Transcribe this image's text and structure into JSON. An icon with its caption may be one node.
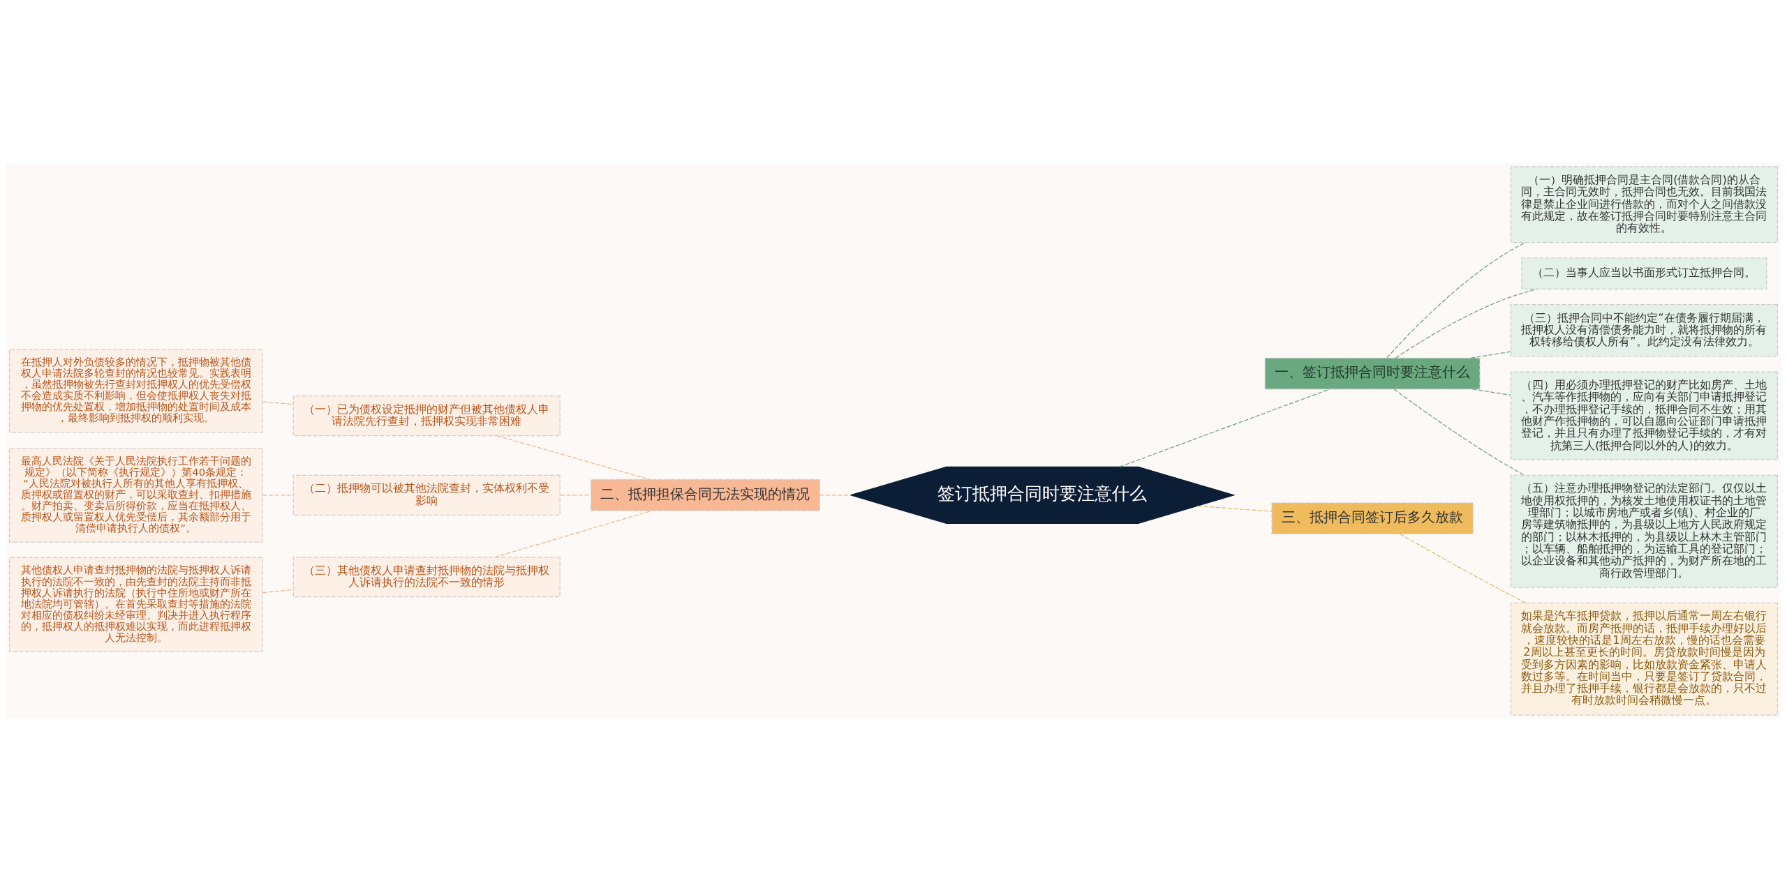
{
  "diagram": {
    "nodes": [
      {
        "text": [
          "签订抵押合同时要注意什么"
        ]
      },
      {
        "text": [
          "一、签订抵押合同时要注意什么"
        ]
      },
      {
        "text": [
          "（一）明确抵押合同是主合同(借款合同)的从合同，主合同无效时，抵押合同也无效。目前我国法律是禁止企业间进行借款的，而对个人之间借款没有此规定，故在签订抵押合同时要特别注意主合同的有效性。"
        ]
      },
      {
        "text": [
          "（二）当事人应当以书面形式订立抵押合同。"
        ]
      },
      {
        "text": [
          "（三）抵押合同中不能约定“在债务履行期届满，抵押权人没有清偿债务能力时，就将抵押物的所有权转移给债权人所有”。此约定没有法律效力。"
        ]
      },
      {
        "text": [
          "（四）用必须办理抵押登记的财产比如房产、土地、汽车等作抵押物的，应向有关部门申请抵押登记，不办理抵押登记手续的，抵押合同不生效；用其他财产作抵押物的，可以自愿向公证部门申请抵押登记，并且只有办理了抵押物登记手续的，才有对抗第三人(抵押合同以外的人)的效力。"
        ]
      },
      {
        "text": [
          "（五）注意办理抵押物登记的法定部门。仅仅以土地使用权抵押的，为核发土地使用权证书的土地管理部门；以城市房地产或者乡(镇)、村企业的厂房等建筑物抵押的，为县级以上地方人民政府规定的部门；以林木抵押的，为县级以上林木主管部门；以车辆、船舶抵押的，为运输工具的登记部门；以企业设备和其他动产抵押的，为财产所在地的工商行政管理部门。"
        ]
      },
      {
        "text": [
          "二、抵押担保合同无法实现的情况"
        ]
      },
      {
        "text": [
          "（一）已为债权设定抵押的财产但被其他债权人申请法院先行查封，抵押权实现非常困难"
        ]
      },
      {
        "text": [
          "（二）抵押物可以被其他法院查封，实体权利不受影响"
        ]
      },
      {
        "text": [
          "（三）其他债权人申请查封抵押物的法院与抵押权人诉请执行的法院不一致的情形"
        ]
      },
      {
        "text": [
          "在抵押人对外负债较多的情况下，抵押物被其他债权人申请法院多轮查封的情况也较常见。实践表明，虽然抵押物被先行查封对抵押权人的优先受偿权不会造成实质不利影响，但会使抵押权人丧失对抵押物的优先处置权，增加抵押物的处置时间及成本，最终影响到抵押权的顺利实现。"
        ]
      },
      {
        "text": [
          "最高人民法院《关于人民法院执行工作若干问题的规定》（以下简称《执行规定》）第40条规定：“人民法院对被执行人所有的其他人享有抵押权、质押权或留置权的财产，可以采取查封、扣押措施。财产拍卖、变卖后所得价款，应当在抵押权人、质押权人或留置权人优先受偿后，其余额部分用于清偿申请执行人的债权”。"
        ]
      },
      {
        "text": [
          "其他债权人申请查封抵押物的法院与抵押权人诉请执行的法院不一致的，由先查封的法院主持而非抵押权人诉请执行的法院（执行中住所地或财产所在地法院均可管辖）。在首先采取查封等措施的法院对相应的债权纠纷未经审理、判决并进入执行程序的，抵押权人的抵押权难以实现，而此进程抵押权人无法控制。"
        ]
      },
      {
        "text": [
          "三、抵押合同签订后多久放款"
        ]
      },
      {
        "text": [
          "如果是汽车抵押贷款，抵押以后通常一周左右银行就会放款。而房产抵押的话，抵押手续办理好以后，速度较快的话是1周左右放款，慢的话也会需要2周以上甚至更长的时间。房贷放款时间慢是因为受到多方因素的影响，比如放款资金紧张、申请人数过多等。在时间当中，只要是签订了贷款合同，并且办理了抵押手续，银行都是会放款的，只不过有时放款时间会稍微慢一点。"
        ]
      }
    ],
    "edges": [
      {
        "from": 0,
        "to": 1,
        "arrow": "none",
        "style": "dashed",
        "color": "#6a9f7e"
      },
      {
        "from": 1,
        "to": 2,
        "arrow": "none",
        "style": "dashed",
        "color": "#6a9f7e"
      },
      {
        "from": 1,
        "to": 3,
        "arrow": "none",
        "style": "dashed",
        "color": "#6a9f7e"
      },
      {
        "from": 1,
        "to": 4,
        "arrow": "none",
        "style": "dashed",
        "color": "#6a9f7e"
      },
      {
        "from": 1,
        "to": 5,
        "arrow": "none",
        "style": "dashed",
        "color": "#6a9f7e"
      },
      {
        "from": 1,
        "to": 6,
        "arrow": "none",
        "style": "dashed",
        "color": "#6a9f7e"
      },
      {
        "from": 0,
        "to": 7,
        "arrow": "none",
        "style": "dashed",
        "color": "#f0b48a"
      },
      {
        "from": 7,
        "to": 8,
        "arrow": "none",
        "style": "dashed",
        "color": "#f0b48a"
      },
      {
        "from": 8,
        "to": 11,
        "arrow": "none",
        "style": "dashed",
        "color": "#f0b48a"
      },
      {
        "from": 7,
        "to": 9,
        "arrow": "none",
        "style": "dashed",
        "color": "#f0b48a"
      },
      {
        "from": 9,
        "to": 12,
        "arrow": "none",
        "style": "dashed",
        "color": "#f0b48a"
      },
      {
        "from": 7,
        "to": 10,
        "arrow": "none",
        "style": "dashed",
        "color": "#f0b48a"
      },
      {
        "from": 10,
        "to": 13,
        "arrow": "none",
        "style": "dashed",
        "color": "#f0b48a"
      },
      {
        "from": 0,
        "to": 14,
        "arrow": "none",
        "style": "dashed",
        "color": "#e2b860"
      },
      {
        "from": 14,
        "to": 15,
        "arrow": "none",
        "style": "dashed",
        "color": "#e2b860"
      }
    ]
  }
}
